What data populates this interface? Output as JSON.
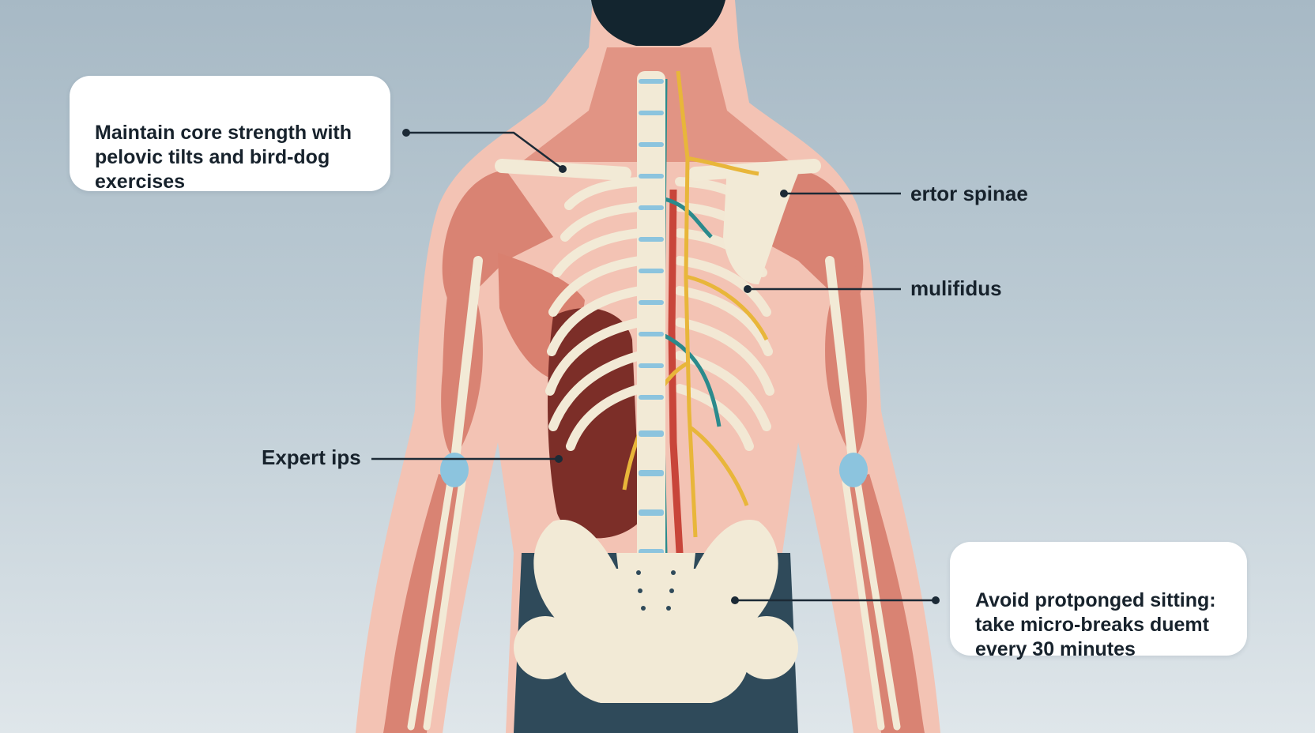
{
  "callouts": {
    "core_strength": "Maintain core strength with\npelovic tilts and bird-dog\nexercises",
    "erector_spinae": "ertor spinae",
    "multifidus": "mulifidus",
    "expert_tips": "Expert ips",
    "avoid_sitting": "Avoid protponged sitting:\ntake micro-breaks duemt\nevery 30 minutes"
  },
  "colors": {
    "background_top": "#a7b9c5",
    "background_bottom": "#dfe6ea",
    "skin": "#f3c3b4",
    "muscle": "#d98373",
    "bone": "#f2ead6",
    "organ": "#7c2e28",
    "nerve": "#e8b63a",
    "vessel_red": "#c8453a",
    "vessel_teal": "#2b8a8c",
    "cartilage_blue": "#8cc4de",
    "pants": "#2f4a5a",
    "hair": "#13252f",
    "line": "#1c2a36",
    "text": "#17222c"
  },
  "icons": [
    "anatomy-figure",
    "leader-dot"
  ]
}
